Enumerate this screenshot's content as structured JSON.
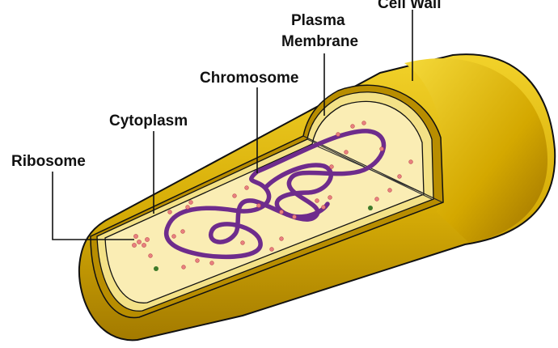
{
  "diagram": {
    "labels": {
      "cell_wall": "Cell Wall",
      "plasma_membrane_line1": "Plasma",
      "plasma_membrane_line2": "Membrane",
      "chromosome": "Chromosome",
      "cytoplasm": "Cytoplasm",
      "ribosome": "Ribosome"
    },
    "colors": {
      "cell_wall": "#e0b800",
      "cell_wall_dark": "#9a7200",
      "membrane": "#f5e690",
      "cytoplasm": "#faedb4",
      "chromosome": "#6e2c8c",
      "ribosome": "#e88080",
      "granule": "#3d7a2a",
      "leader_line": "#111111"
    }
  }
}
